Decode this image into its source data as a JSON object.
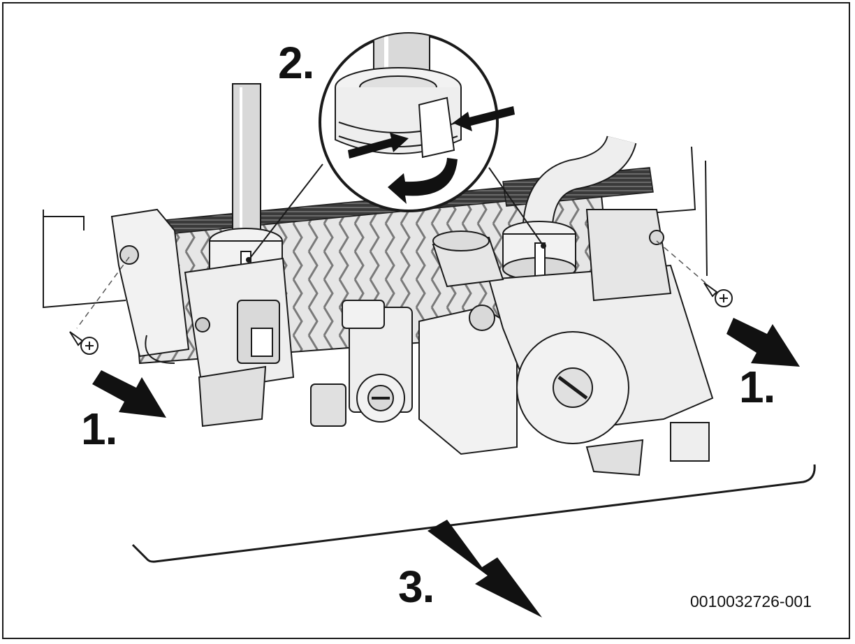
{
  "labels": {
    "step_2": "2.",
    "step_1_left": "1.",
    "step_1_right": "1.",
    "step_3": "3."
  },
  "document_id": "0010032726-001",
  "colors": {
    "line": "#1a1a1a",
    "fill_light": "#f2f2f2",
    "fill_mid": "#d9d9d9",
    "fill_dark": "#bdbdbd"
  }
}
